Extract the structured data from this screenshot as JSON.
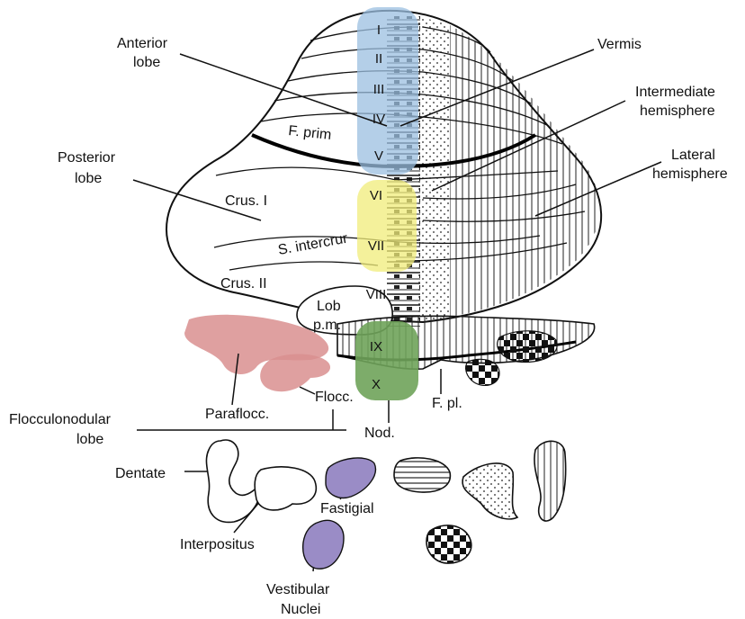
{
  "labels": {
    "anterior_lobe": [
      "Anterior",
      "lobe"
    ],
    "posterior_lobe": [
      "Posterior",
      "lobe"
    ],
    "vermis": "Vermis",
    "intermediate_hemisphere": [
      "Intermediate",
      "hemisphere"
    ],
    "lateral_hemisphere": [
      "Lateral",
      "hemisphere"
    ],
    "f_prim": "F. prim",
    "crus_i": "Crus. I",
    "s_intercrur": "S. intercrur",
    "crus_ii": "Crus. II",
    "lob_pm": [
      "Lob",
      "p.m."
    ],
    "paraflocc": "Paraflocc.",
    "flocc": "Flocc.",
    "f_pl": "F. pl.",
    "flocculonodular_lobe": [
      "Flocculonodular",
      "lobe"
    ],
    "nod": "Nod.",
    "dentate": "Dentate",
    "interpositus": "Interpositus",
    "fastigial": "Fastigial",
    "vestibular_nuclei": [
      "Vestibular",
      "Nuclei"
    ]
  },
  "lobules": {
    "blue": [
      "I",
      "II",
      "III",
      "IV",
      "V"
    ],
    "yellow": [
      "VI",
      "VII"
    ],
    "plain": [
      "VIII"
    ],
    "green": [
      "IX",
      "X"
    ]
  },
  "colors": {
    "anterior_vermis_highlight": "#9bbfe0",
    "posterior_vermis_highlight": "#f0ec7a",
    "flocculonodular_highlight": "#6fa35a",
    "flocculus_highlight": "#d98f8f",
    "nuclei_highlight": "#9a8cc6"
  }
}
